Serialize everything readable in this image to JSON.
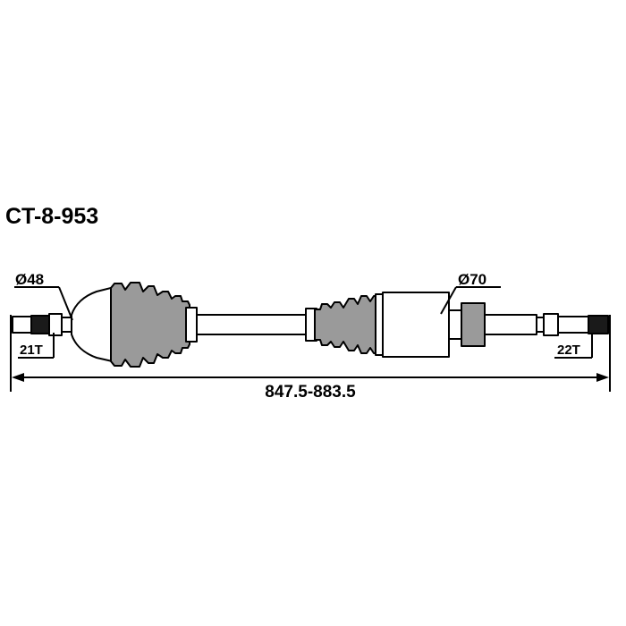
{
  "part_number": "CT-8-953",
  "labels": {
    "outer_joint_diameter": "Ø48",
    "inner_joint_diameter": "Ø70",
    "outer_spline": "21T",
    "inner_spline": "22T",
    "overall_length": "847.5-883.5"
  },
  "colors": {
    "line": "#000000",
    "part_fill": "#ffffff",
    "boot_fill": "#9a9a9a",
    "spline_fill": "#1a1a1a"
  }
}
